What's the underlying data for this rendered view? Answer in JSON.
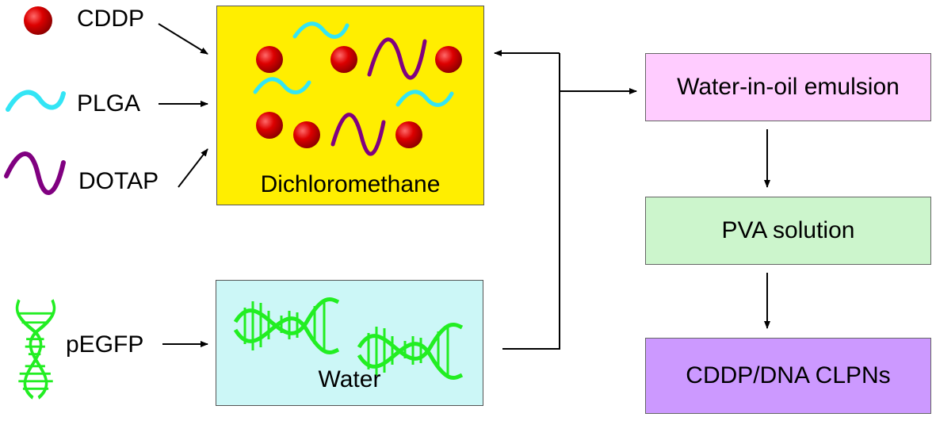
{
  "legend": {
    "cddp": "CDDP",
    "plga": "PLGA",
    "dotap": "DOTAP",
    "pegfp": "pEGFP"
  },
  "boxes": {
    "organic": "Dichloromethane",
    "aqueous": "Water"
  },
  "flow": {
    "step1": "Water-in-oil emulsion",
    "step2": "PVA solution",
    "step3": "CDDP/DNA CLPNs"
  },
  "colors": {
    "organic_fill": "#ffee00",
    "aqueous_fill": "#ccf7f7",
    "step1_fill": "#ffccff",
    "step2_fill": "#ccf5cc",
    "step3_fill": "#cc99ff",
    "cddp": "#cc0000",
    "plga": "#33e5f5",
    "dotap": "#800080",
    "dna": "#22ee22"
  }
}
